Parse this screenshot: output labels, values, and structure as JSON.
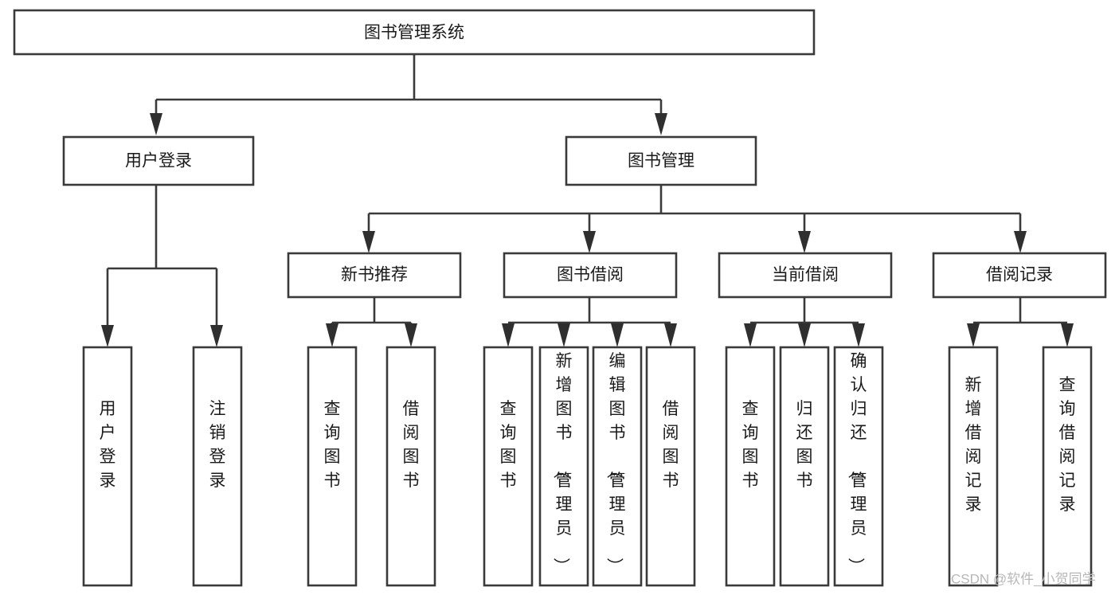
{
  "diagram": {
    "title": "图书管理系统",
    "type": "tree-hierarchy",
    "root": {
      "id": "root",
      "label": "图书管理系统",
      "orientation": "horizontal"
    },
    "level2": [
      {
        "id": "user-login",
        "label": "用户登录",
        "orientation": "horizontal"
      },
      {
        "id": "book-manage",
        "label": "图书管理",
        "orientation": "horizontal"
      }
    ],
    "level3": [
      {
        "id": "new-book-rec",
        "label": "新书推荐",
        "orientation": "horizontal",
        "parent": "book-manage"
      },
      {
        "id": "book-borrow",
        "label": "图书借阅",
        "orientation": "horizontal",
        "parent": "book-manage"
      },
      {
        "id": "current-borrow",
        "label": "当前借阅",
        "orientation": "horizontal",
        "parent": "book-manage"
      },
      {
        "id": "borrow-record",
        "label": "借阅记录",
        "orientation": "horizontal",
        "parent": "book-manage"
      }
    ],
    "leaves": {
      "user-login": [
        {
          "id": "leaf-user-login",
          "label": "用户登录",
          "orientation": "vertical"
        },
        {
          "id": "leaf-user-logout",
          "label": "注销登录",
          "orientation": "vertical"
        }
      ],
      "new-book-rec": [
        {
          "id": "leaf-query-book-1",
          "label": "查询图书",
          "orientation": "vertical"
        },
        {
          "id": "leaf-borrow-book-1",
          "label": "借阅图书",
          "orientation": "vertical"
        }
      ],
      "book-borrow": [
        {
          "id": "leaf-query-book-2",
          "label": "查询图书",
          "orientation": "vertical"
        },
        {
          "id": "leaf-add-book",
          "label": "新增图书（管理员）",
          "orientation": "vertical"
        },
        {
          "id": "leaf-edit-book",
          "label": "编辑图书（管理员）",
          "orientation": "vertical"
        },
        {
          "id": "leaf-borrow-book-2",
          "label": "借阅图书",
          "orientation": "vertical"
        }
      ],
      "current-borrow": [
        {
          "id": "leaf-query-book-3",
          "label": "查询图书",
          "orientation": "vertical"
        },
        {
          "id": "leaf-return-book",
          "label": "归还图书",
          "orientation": "vertical"
        },
        {
          "id": "leaf-confirm-return",
          "label": "确认归还（管理员）",
          "orientation": "vertical"
        }
      ],
      "borrow-record": [
        {
          "id": "leaf-add-record",
          "label": "新增借阅记录",
          "orientation": "vertical"
        },
        {
          "id": "leaf-query-record",
          "label": "查询借阅记录",
          "orientation": "vertical"
        }
      ]
    }
  },
  "watermark": {
    "text": "CSDN @软件_小贺同学"
  },
  "colors": {
    "box_stroke": "#3a3a3a",
    "box_fill": "#ffffff",
    "connector": "#3a3a3a",
    "arrow": "#2f2f2f",
    "text": "#1a1a1a",
    "watermark": "#b8b8b8",
    "background": "#ffffff"
  }
}
